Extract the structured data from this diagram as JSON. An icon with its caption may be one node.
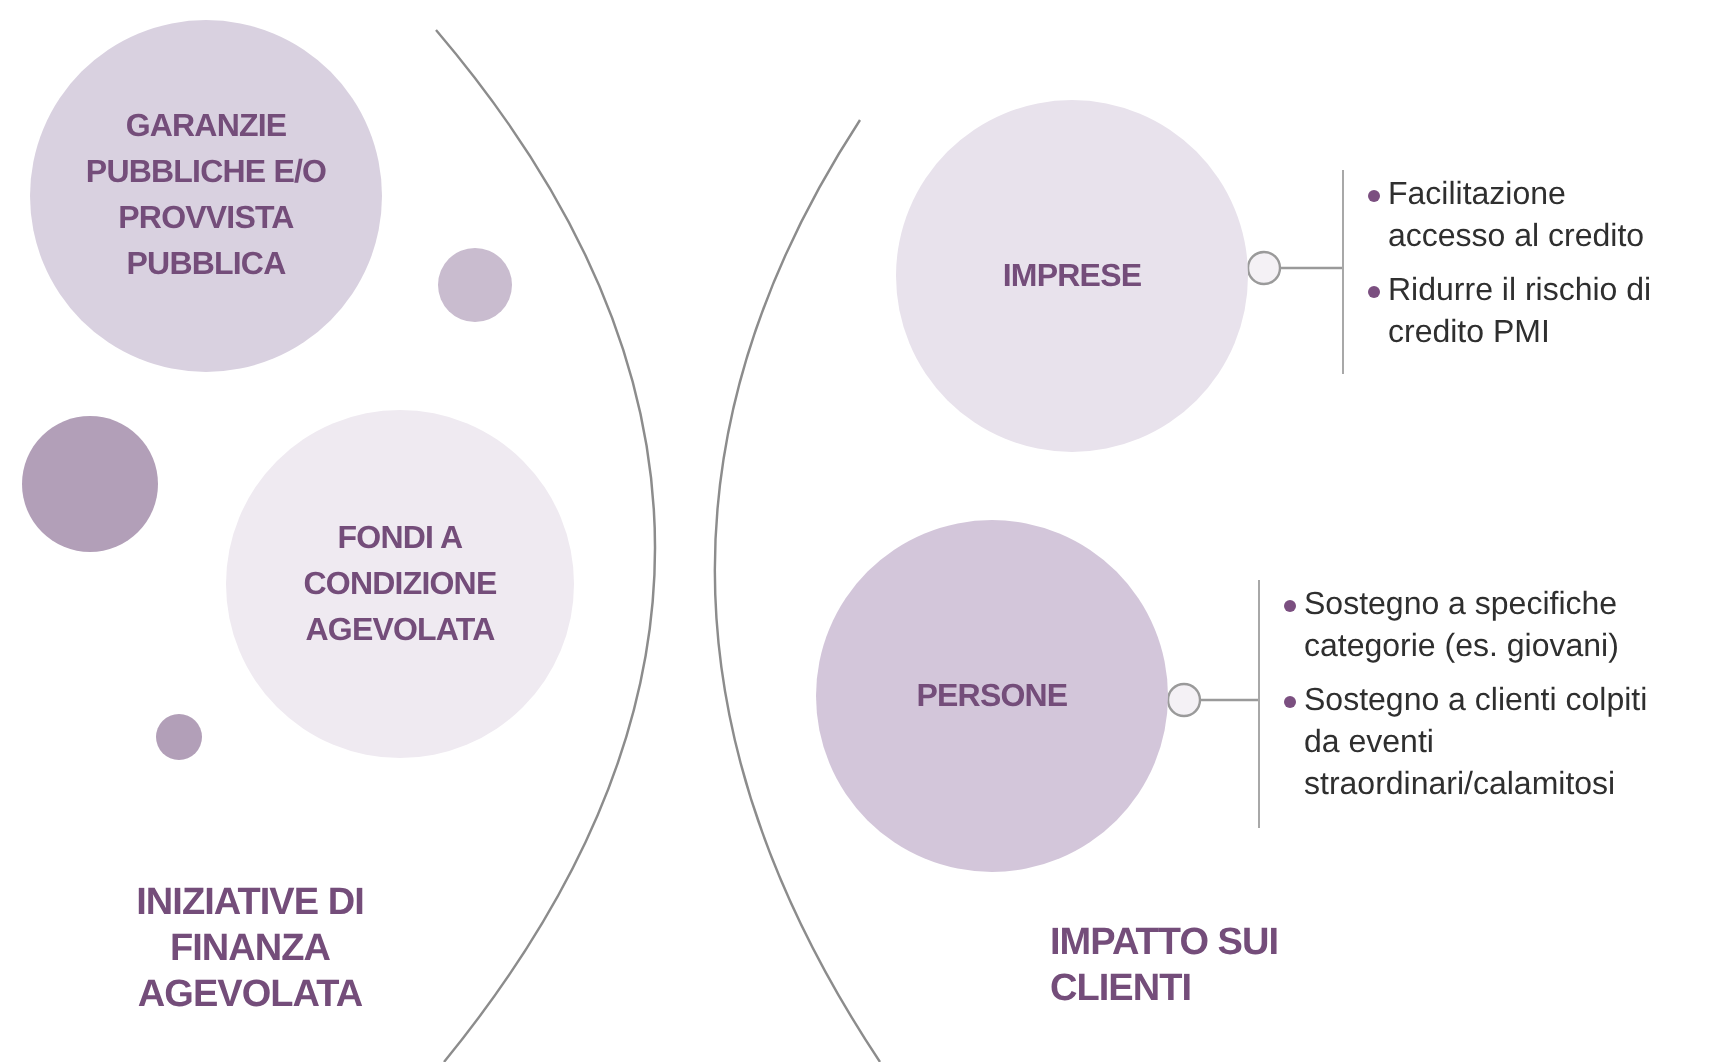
{
  "diagram": {
    "nodes": [
      {
        "text": [
          "GARANZIE PUBBLICHE E/O PROVVISTA PUBBLICA"
        ]
      },
      {
        "text": [
          "FONDI A CONDIZIONE AGEVOLATA"
        ]
      },
      {
        "text": [],
        "shape": "circle"
      },
      {
        "text": [],
        "shape": "circle"
      },
      {
        "text": [],
        "shape": "circle"
      },
      {
        "text": [
          "IMPRESE"
        ]
      },
      {
        "text": [
          "Facilitazione accesso al credito",
          "Ridurre il rischio di credito PMI"
        ]
      },
      {
        "text": [
          "PERSONE"
        ]
      },
      {
        "text": [
          "Sostegno a specifiche categorie (es. giovani)",
          "Sostegno a clienti colpiti da eventi straordinari/calamitosi"
        ]
      }
    ],
    "edges": [
      {
        "from": 5,
        "to": 6,
        "arrow": "other"
      },
      {
        "from": 7,
        "to": 8,
        "arrow": "other"
      }
    ],
    "labels": [
      "INIZIATIVE DI FINANZA AGEVOLATA",
      "IMPATTO SUI CLIENTI"
    ]
  }
}
